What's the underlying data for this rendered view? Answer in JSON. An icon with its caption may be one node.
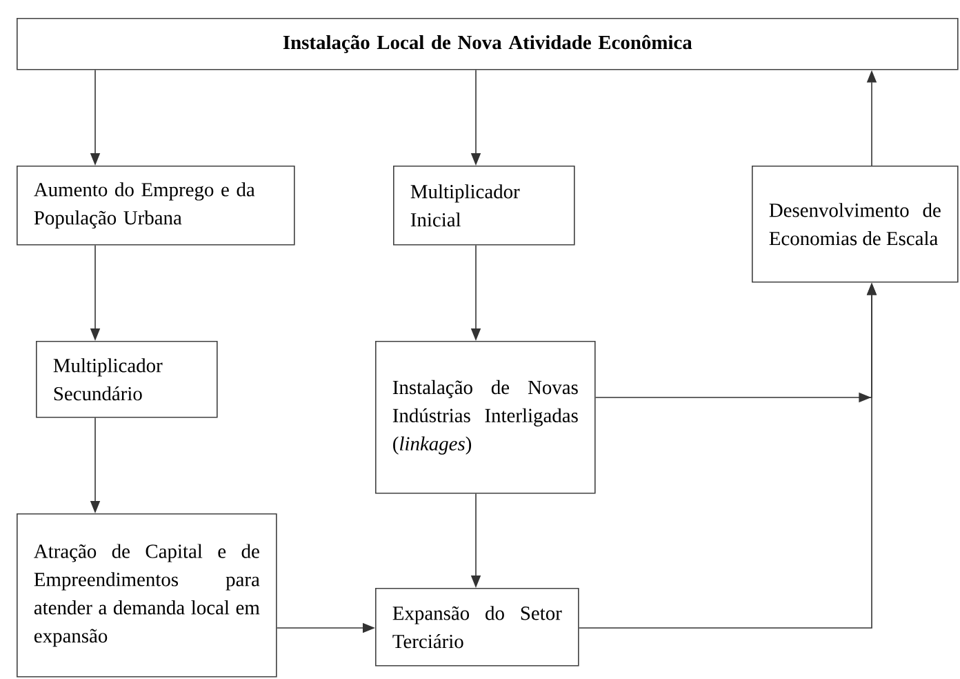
{
  "diagram": {
    "nodes": [
      {
        "text": [
          "Instalação Local de Nova Atividade Econômica"
        ]
      },
      {
        "text": [
          "Aumento do Emprego e da População Urbana"
        ]
      },
      {
        "text": [
          "Multiplicador Inicial"
        ]
      },
      {
        "text": [
          "Desenvolvimento de Economias de Escala"
        ]
      },
      {
        "text": [
          "Multiplicador Secundário"
        ]
      },
      {
        "text": [
          "Instalação de Novas Indústrias Interligadas (*linkages*)"
        ]
      },
      {
        "text": [
          "Atração de Capital e de Empreendimentos para atender a demanda local em expansão"
        ]
      },
      {
        "text": [
          "Expansão do Setor Terciário"
        ]
      }
    ],
    "edges": [
      {
        "from": 0,
        "to": 1,
        "arrow": "to"
      },
      {
        "from": 0,
        "to": 2,
        "arrow": "to"
      },
      {
        "from": 3,
        "to": 0,
        "arrow": "to"
      },
      {
        "from": 1,
        "to": 4,
        "arrow": "to"
      },
      {
        "from": 2,
        "to": 5,
        "arrow": "to"
      },
      {
        "from": 4,
        "to": 6,
        "arrow": "to"
      },
      {
        "from": 5,
        "to": 7,
        "arrow": "to"
      },
      {
        "from": 5,
        "to": 3,
        "arrow": "to"
      },
      {
        "from": 6,
        "to": 7,
        "arrow": "to"
      },
      {
        "from": 7,
        "to": 3,
        "arrow": "to"
      }
    ]
  }
}
